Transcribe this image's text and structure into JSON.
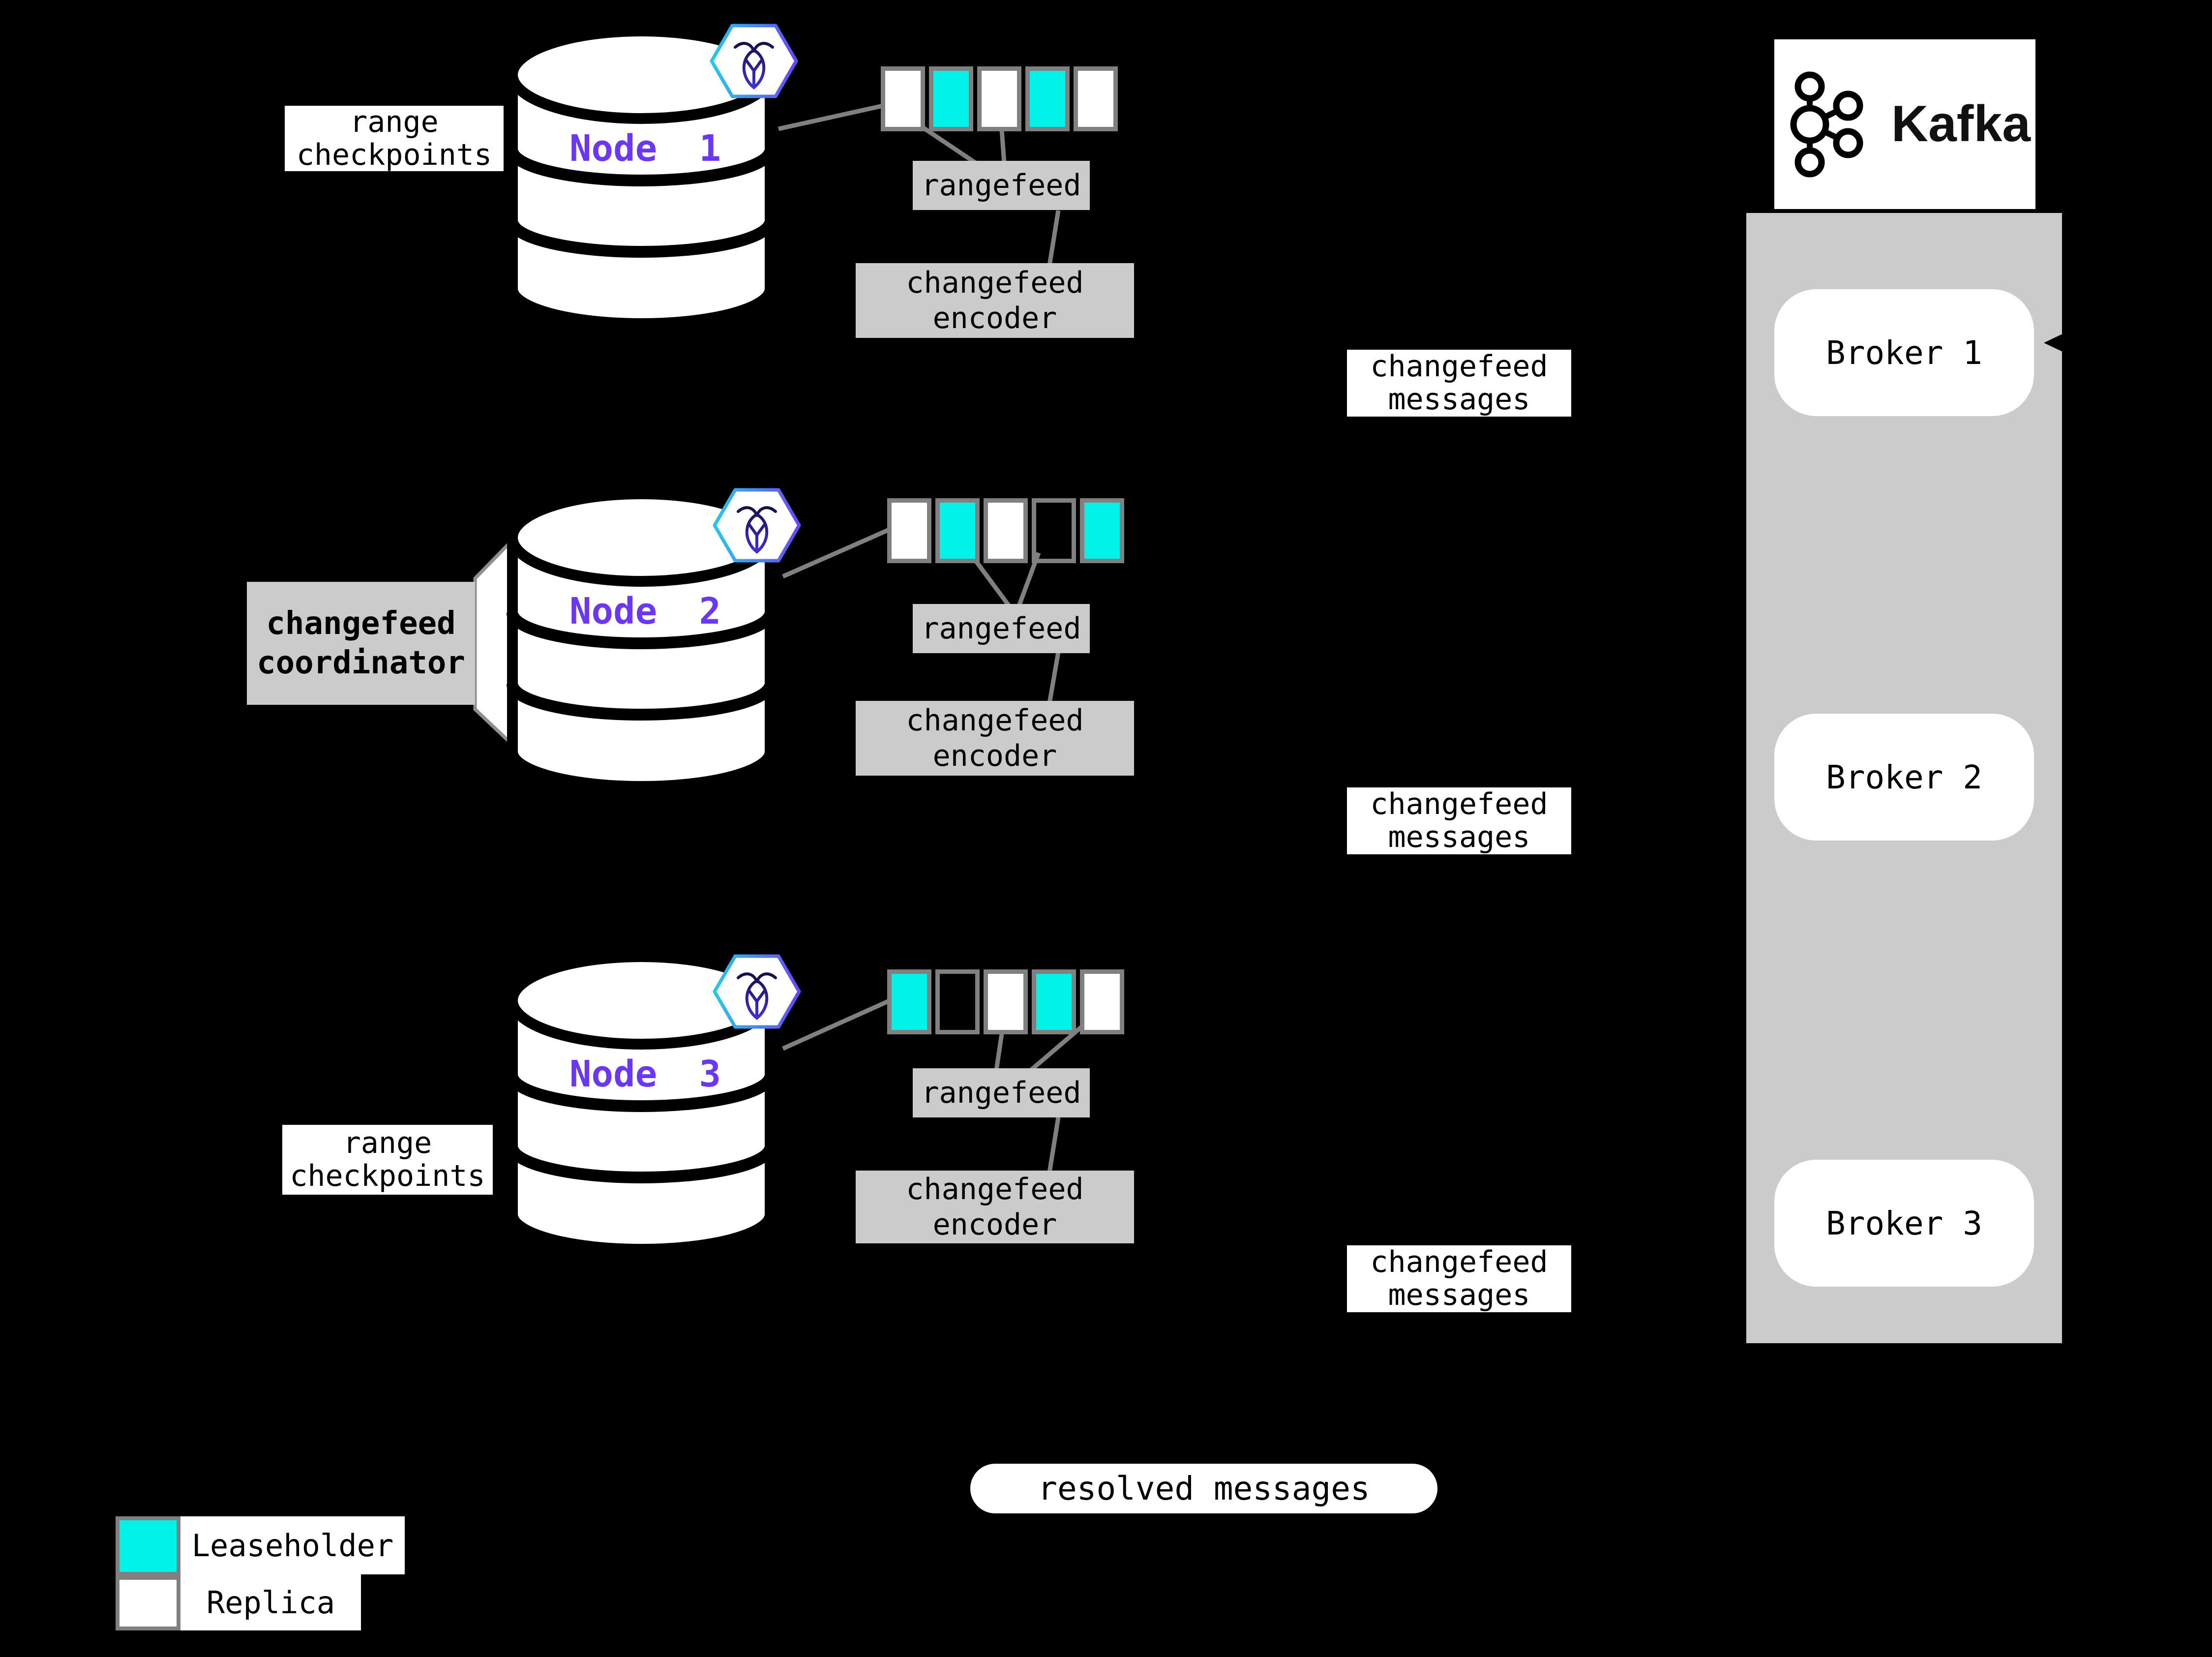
{
  "nodes": [
    {
      "label": "Node 1",
      "ranges": [
        "replica",
        "leaseholder",
        "replica",
        "leaseholder",
        "replica"
      ]
    },
    {
      "label": "Node 2",
      "ranges": [
        "replica",
        "leaseholder",
        "replica",
        "none",
        "leaseholder"
      ]
    },
    {
      "label": "Node 3",
      "ranges": [
        "leaseholder",
        "none",
        "replica",
        "leaseholder",
        "replica"
      ]
    }
  ],
  "labels": {
    "range_checkpoints": {
      "line1": "range",
      "line2": "checkpoints"
    },
    "changefeed_coordinator": {
      "line1": "changefeed",
      "line2": "coordinator"
    },
    "rangefeed": "rangefeed",
    "changefeed_encoder": {
      "line1": "changefeed",
      "line2": "encoder"
    },
    "changefeed_messages": {
      "line1": "changefeed",
      "line2": "messages"
    },
    "resolved_messages": "resolved messages"
  },
  "kafka": {
    "brand": "Kafka",
    "brokers": [
      {
        "label": "Broker 1"
      },
      {
        "label": "Broker 2"
      },
      {
        "label": "Broker 3"
      }
    ]
  },
  "legend": {
    "items": [
      {
        "type": "leaseholder",
        "label": "Leaseholder"
      },
      {
        "type": "replica",
        "label": "Replica"
      }
    ]
  },
  "colors": {
    "leaseholder": "#00f2e9",
    "replica": "#ffffff",
    "node-label": "#6a38f2",
    "box-gray": "#cbcbcb",
    "connector-gray": "#808080",
    "background": "#000000"
  }
}
